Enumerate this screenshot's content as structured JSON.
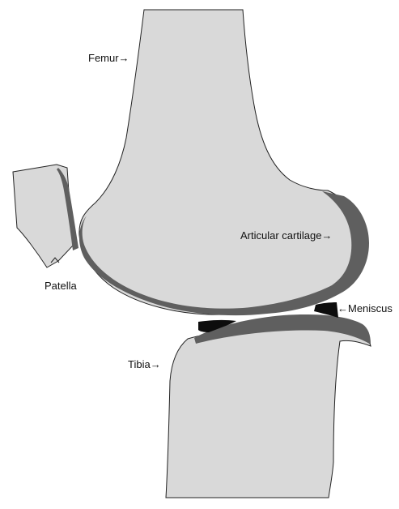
{
  "labels": {
    "femur": "Femur→",
    "articular_cartilage": "Articular cartilage→",
    "patella": "Patella",
    "meniscus": "←Meniscus",
    "tibia": "Tibia→"
  },
  "colors": {
    "bone_fill": "#d9d9d9",
    "outline": "#222222",
    "cartilage": "#5f5f5f",
    "meniscus": "#0d0d0d",
    "background": "#ffffff"
  }
}
